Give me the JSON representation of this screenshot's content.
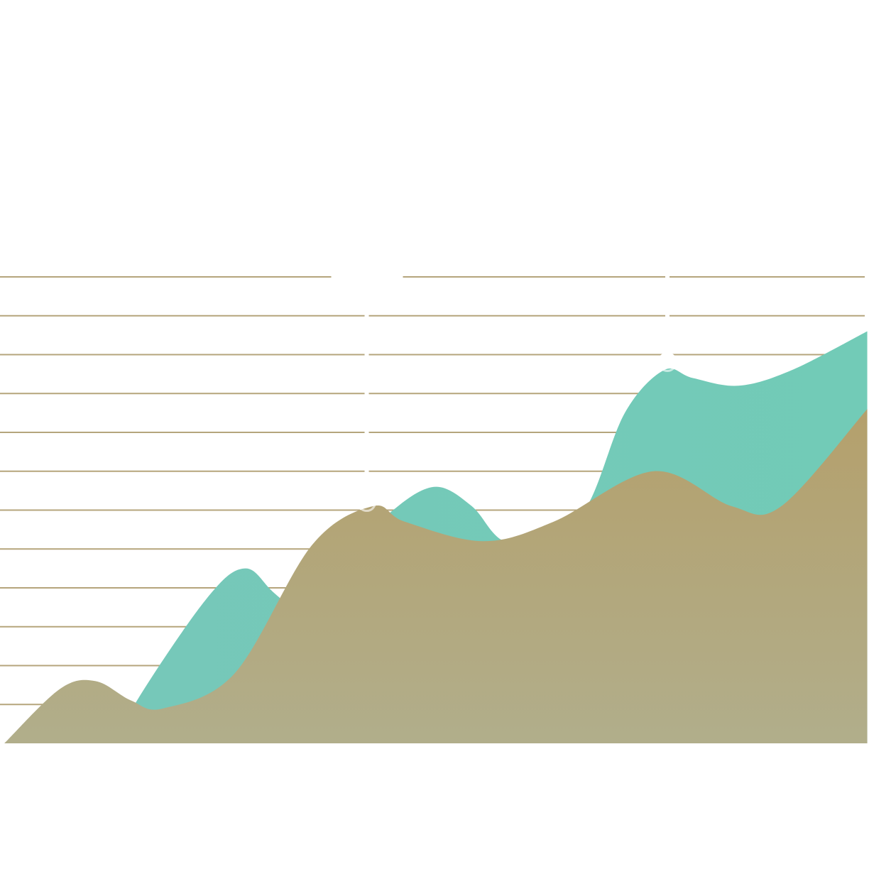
{
  "chart_data": {
    "type": "area",
    "title": "",
    "xlabel": "",
    "ylabel": "",
    "xlim": [
      0,
      100
    ],
    "ylim": [
      0,
      12
    ],
    "grid": true,
    "gridlines": [
      1,
      2,
      3,
      4,
      5,
      6,
      7,
      8,
      9,
      10,
      11,
      12
    ],
    "legend": "none",
    "series": [
      {
        "color": "#74cab8",
        "points": [
          [
            13.9,
            0
          ],
          [
            15.5,
            1.0
          ],
          [
            23.7,
            3.7
          ],
          [
            28.2,
            4.5
          ],
          [
            31.9,
            3.8
          ],
          [
            38.4,
            2.7
          ],
          [
            42.5,
            5.2
          ],
          [
            45.8,
            6.1
          ],
          [
            50.2,
            6.6
          ],
          [
            54.3,
            6.1
          ],
          [
            58.0,
            5.2
          ],
          [
            63.7,
            5.2
          ],
          [
            67.8,
            6.2
          ],
          [
            71.9,
            8.5
          ],
          [
            76.4,
            9.6
          ],
          [
            79.7,
            9.4
          ],
          [
            85.0,
            9.2
          ],
          [
            91.1,
            9.6
          ],
          [
            99.8,
            10.6
          ]
        ]
      },
      {
        "color": "#b3a06e",
        "points": [
          [
            0.5,
            0
          ],
          [
            6.9,
            1.4
          ],
          [
            11.0,
            1.6
          ],
          [
            15.1,
            1.1
          ],
          [
            18.8,
            0.9
          ],
          [
            27.0,
            1.8
          ],
          [
            35.9,
            5.1
          ],
          [
            42.9,
            6.1
          ],
          [
            46.6,
            5.7
          ],
          [
            55.6,
            5.2
          ],
          [
            63.7,
            5.7
          ],
          [
            75.2,
            7.0
          ],
          [
            84.2,
            6.1
          ],
          [
            89.9,
            6.1
          ],
          [
            99.8,
            8.6
          ]
        ]
      }
    ],
    "markers": [
      {
        "x": 42.2,
        "y": 6.2
      },
      {
        "x": 76.8,
        "y": 9.8
      }
    ],
    "grid_color": "#b5a57c"
  }
}
